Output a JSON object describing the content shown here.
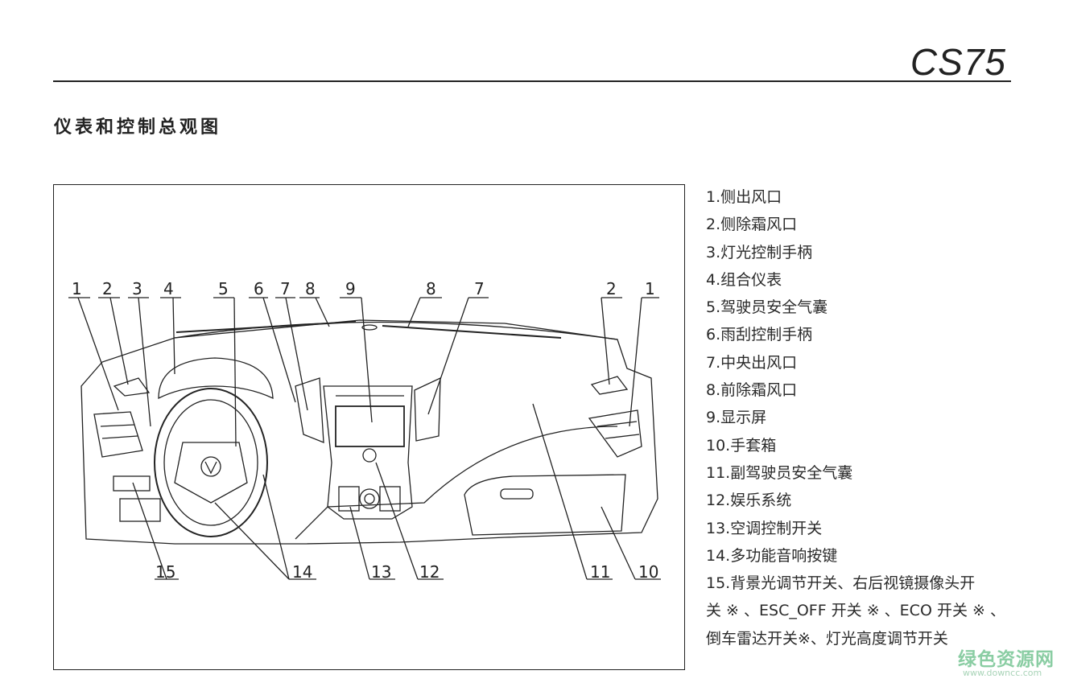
{
  "header": {
    "model": "CS75"
  },
  "page_title": "仪表和控制总观图",
  "figure": {
    "callouts": [
      "1",
      "2",
      "3",
      "4",
      "5",
      "6",
      "7",
      "8",
      "9",
      "8",
      "7",
      "2",
      "1",
      "15",
      "14",
      "13",
      "12",
      "11",
      "10"
    ]
  },
  "legend": {
    "items": [
      "1.侧出风口",
      "2.侧除霜风口",
      "3.灯光控制手柄",
      "4.组合仪表",
      "5.驾驶员安全气囊",
      "6.雨刮控制手柄",
      "7.中央出风口",
      "8.前除霜风口",
      "9.显示屏",
      "10.手套箱",
      "11.副驾驶员安全气囊",
      "12.娱乐系统",
      "13.空调控制开关",
      "14.多功能音响按键",
      "15.背景光调节开关、右后视镜摄像头开"
    ],
    "continuation": [
      "关 ※ 、ESC_OFF 开关 ※ 、ECO 开关 ※ 、",
      "倒车雷达开关※、灯光高度调节开关"
    ]
  },
  "watermark": {
    "name": "绿色资源网",
    "url": "www.downcc.com"
  }
}
